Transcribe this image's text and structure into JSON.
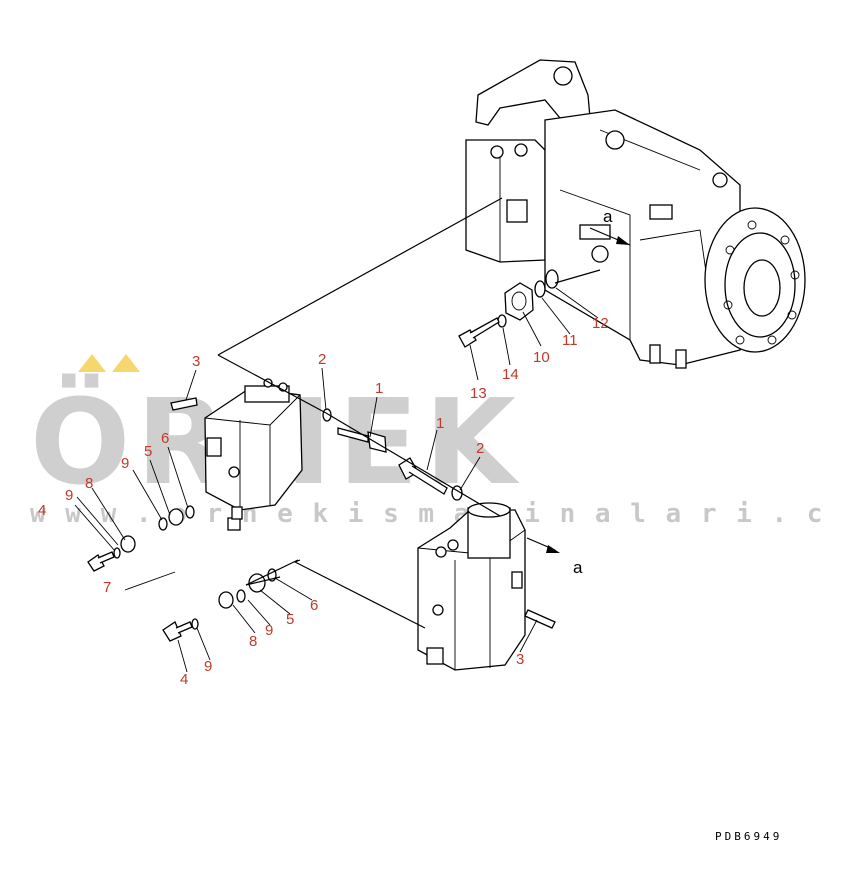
{
  "watermark": {
    "brand": "ÖRNEK",
    "url": "w w w . o r n e k i s m a k i n a l a r i . c o m . t r",
    "accent_color": "#f5d76e",
    "text_color": "#cfcfcf"
  },
  "callouts": {
    "c1a": "1",
    "c1b": "1",
    "c2a": "2",
    "c2b": "2",
    "c3a": "3",
    "c3b": "3",
    "c4a": "4",
    "c4b": "4",
    "c5a": "5",
    "c5b": "5",
    "c6a": "6",
    "c6b": "6",
    "c7": "7",
    "c8a": "8",
    "c8b": "8",
    "c9a": "9",
    "c9b": "9",
    "c9c": "9",
    "c9d": "9",
    "c10": "10",
    "c11": "11",
    "c12": "12",
    "c13": "13",
    "c14": "14"
  },
  "view_markers": {
    "a_top": "a",
    "a_bottom": "a"
  },
  "figure_code": "PDB6949",
  "colors": {
    "callout": "#c0392b",
    "line": "#000000"
  }
}
